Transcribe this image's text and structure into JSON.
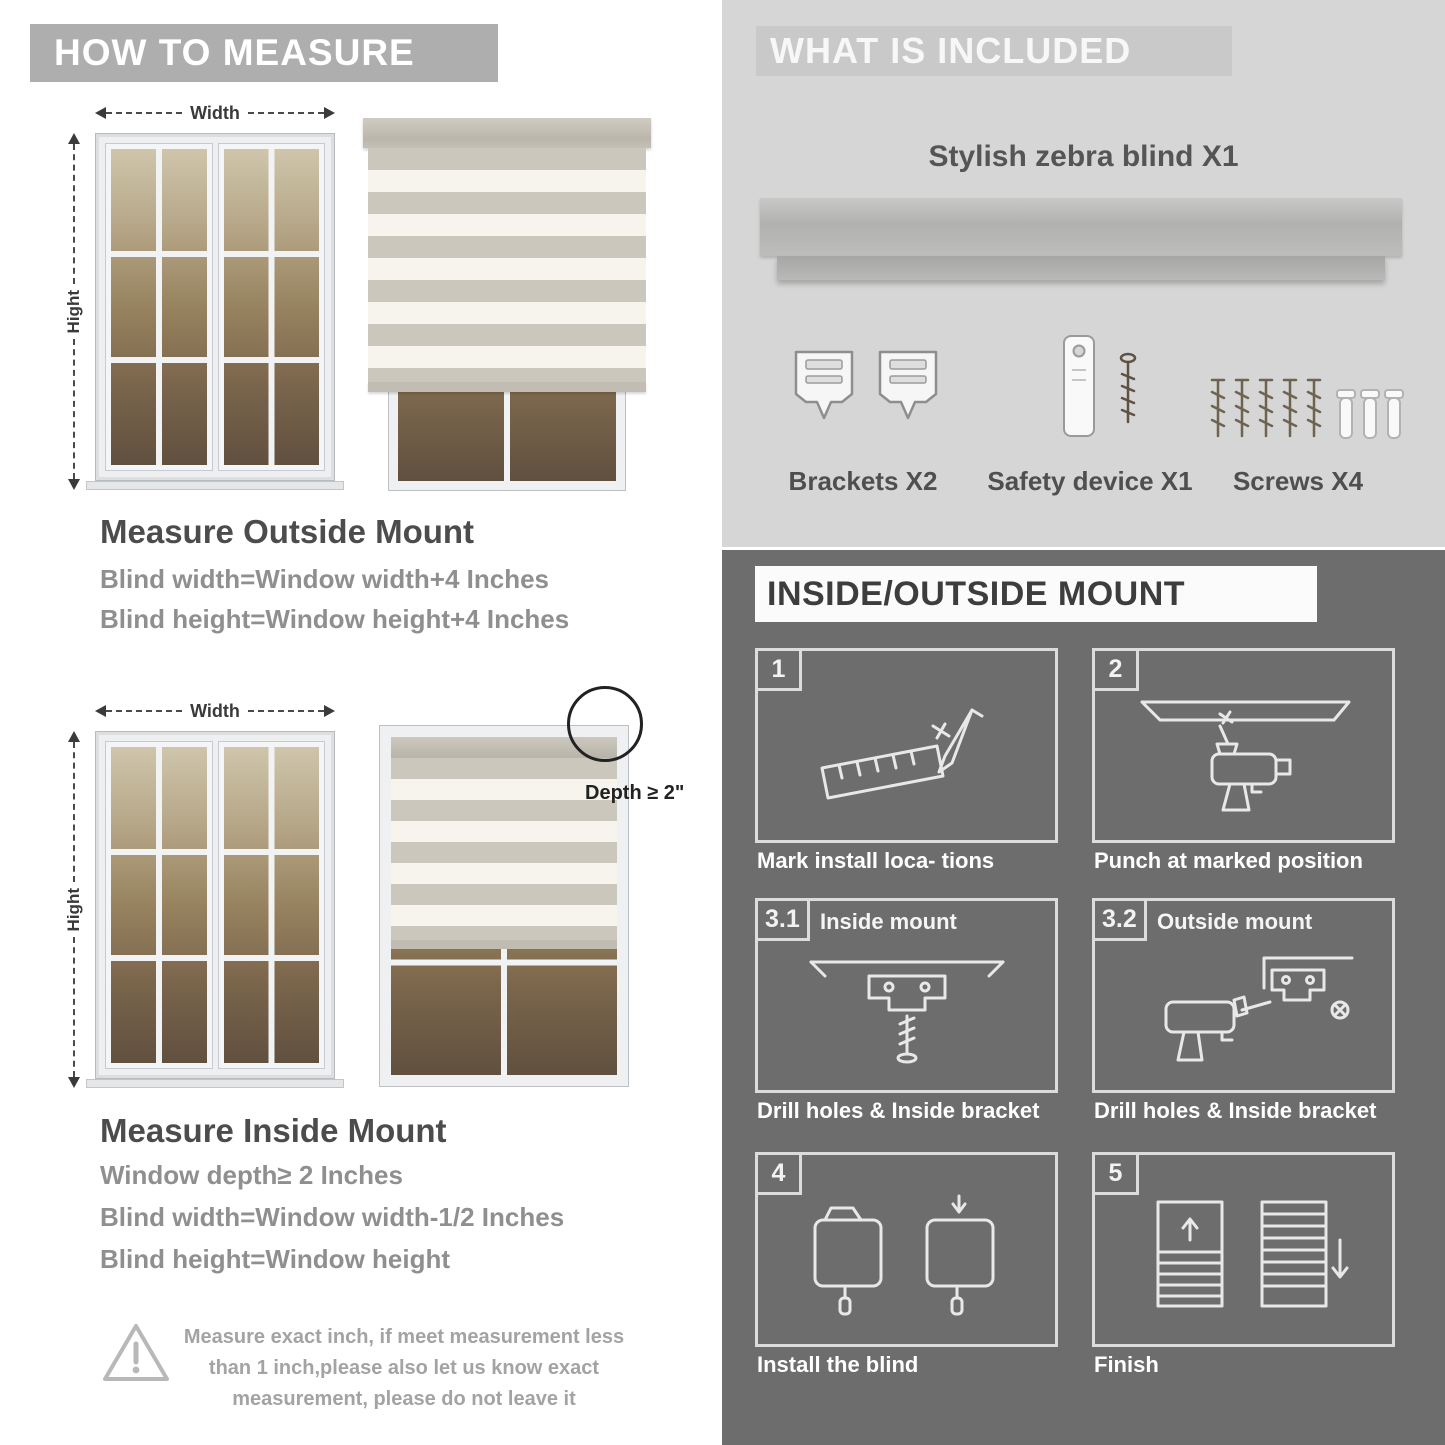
{
  "colors": {
    "banner_gray": "#aeaeae",
    "light_panel_bg": "#d6d6d6",
    "dark_panel_bg": "#6d6d6d",
    "heading_text": "#4c4c4c",
    "body_text": "#8f8f8f",
    "stripe_gray": "#ccc7bc",
    "stripe_white": "#f7f4ee"
  },
  "measure": {
    "header": "HOW TO MEASURE",
    "width_label": "Width",
    "height_label": "Hight",
    "outside": {
      "title": "Measure Outside Mount",
      "lines": [
        "Blind width=Window width+4 Inches",
        "Blind height=Window height+4 Inches"
      ]
    },
    "inside": {
      "title": "Measure Inside Mount",
      "depth_callout": "Depth ≥ 2\"",
      "lines": [
        "Window depth≥ 2 Inches",
        "Blind width=Window width-1/2 Inches",
        "Blind height=Window height"
      ]
    },
    "warning_text": "Measure exact inch, if meet measurement less than 1 inch,please also let us know exact measurement, please do not leave it"
  },
  "included": {
    "header": "WHAT IS INCLUDED",
    "product_label": "Stylish zebra blind X1",
    "items": [
      {
        "label": "Brackets X2"
      },
      {
        "label": "Safety device X1"
      },
      {
        "label": "Screws X4"
      }
    ]
  },
  "mount": {
    "header": "INSIDE/OUTSIDE MOUNT",
    "steps": [
      {
        "num": "1",
        "title": "",
        "caption": "Mark install loca- tions"
      },
      {
        "num": "2",
        "title": "",
        "caption": "Punch at  marked position"
      },
      {
        "num": "3.1",
        "title": "Inside mount",
        "caption": "Drill holes &  Inside bracket"
      },
      {
        "num": "3.2",
        "title": "Outside mount",
        "caption": "Drill holes &  Inside bracket"
      },
      {
        "num": "4",
        "title": "",
        "caption": "Install the blind"
      },
      {
        "num": "5",
        "title": "",
        "caption": "Finish"
      }
    ]
  }
}
